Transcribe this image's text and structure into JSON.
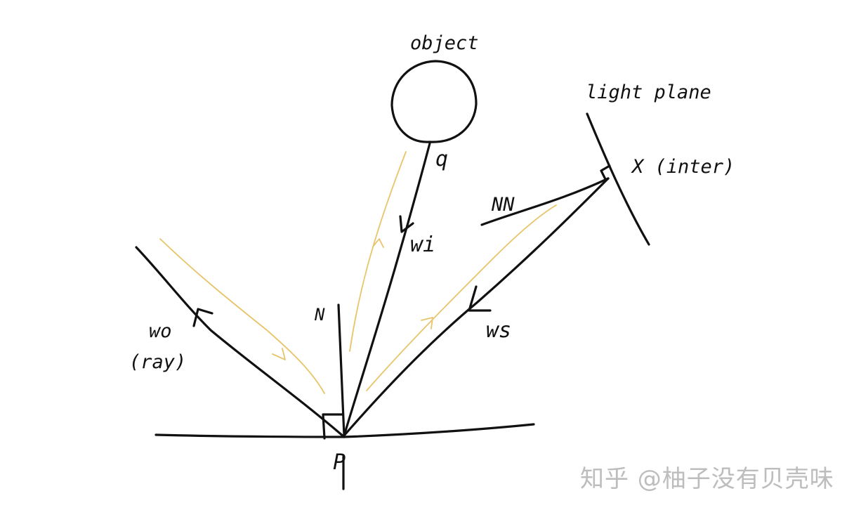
{
  "diagram": {
    "labels": {
      "object": "object",
      "q": "q",
      "light_plane": "light plane",
      "x_inter": "X (inter)",
      "nn": "NN",
      "wi": "wi",
      "ws": "ws",
      "wo": "wo",
      "ray": "(ray)",
      "n": "N",
      "p": "P"
    },
    "colors": {
      "ink": "#111111",
      "light_path": "#e8c46a",
      "background": "#ffffff",
      "watermark": "#bdbdbd"
    }
  },
  "watermark": {
    "text": "知乎 @柚子没有贝壳味"
  }
}
